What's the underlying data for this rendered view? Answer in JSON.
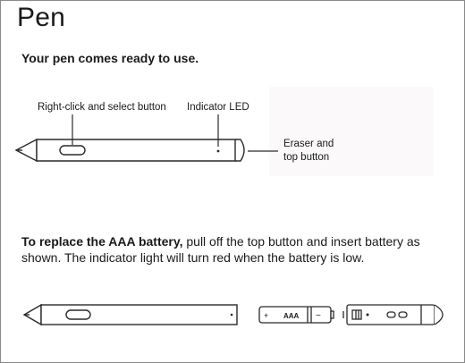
{
  "title": "Pen",
  "subtitle": "Your pen comes ready to use.",
  "labels": {
    "right_click": "Right-click and select button",
    "indicator": "Indicator LED",
    "eraser_line1": "Eraser and",
    "eraser_line2": "top button"
  },
  "instructions": {
    "bold": "To replace the AAA battery,",
    "rest": " pull off the top button and insert battery as shown. The indicator light will turn red when the battery is low."
  },
  "battery": {
    "label": "AAA",
    "plus": "+",
    "minus": "−"
  }
}
